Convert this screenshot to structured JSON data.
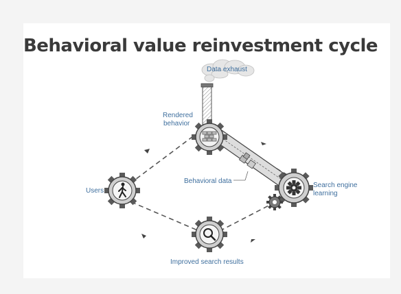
{
  "title": "Behavioral value reinvestment cycle",
  "nodes": {
    "data_exhaust": "Data exhaust",
    "rendered_behavior_1": "Rendered",
    "rendered_behavior_2": "behavior",
    "users": "Users",
    "behavioral_data": "Behavioral data",
    "search_engine_1": "Search engine",
    "search_engine_2": "learning",
    "improved_results": "Improved search results"
  },
  "icons": {
    "factory_gear": "factory-gear-icon",
    "users_gear": "walking-person-icon",
    "search_gear": "magnifier-icon",
    "learning_gear": "cog-icon"
  },
  "colors": {
    "label_blue": "#3f6f9e",
    "ink": "#444444"
  }
}
